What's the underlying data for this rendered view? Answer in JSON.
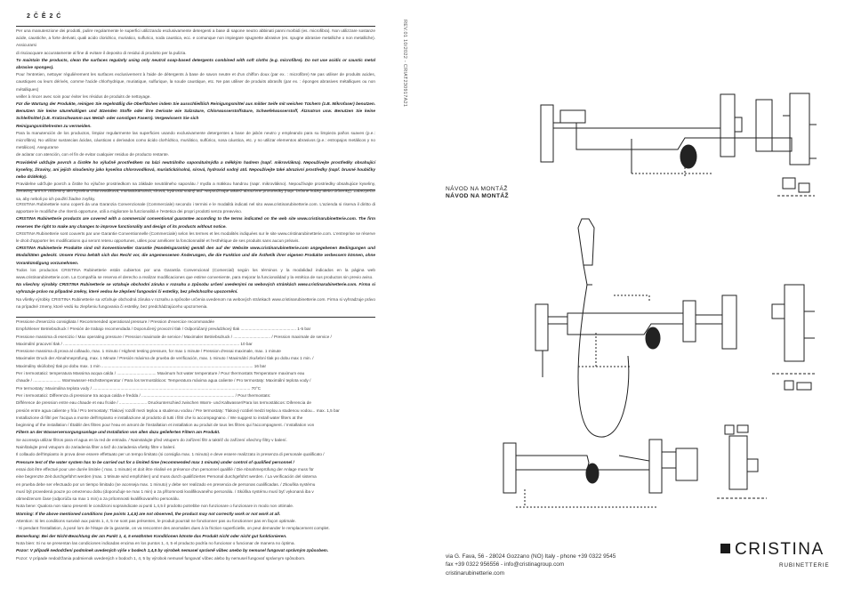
{
  "header": {
    "letters": "2   Č   Ê   2   Ć"
  },
  "doc_code": "REV.01 10/2022 - CRIAT230917A21",
  "cleaning": [
    {
      "text": "Per una manutenzione dei prodotti, pulire regolarmente le superfici utilizzando esclusivamente detergenti a base di sapone neutro abbinati panni morbidi (es. microfibra). Non utilizzare sostanze acide, caustiche, a forte derivati, quali acido cloridrico, muriatico, sulfurico, soda caustica, ecc. e comunque non impiegare spugnette abrasive (es. spugne abrasive metalliche o non metalliche). Assicurarsi",
      "style": "normal"
    },
    {
      "text": "di risciacquare accuratamente al fine di evitare il deposito di residui di prodotto per la pulizia.",
      "style": "normal"
    },
    {
      "text": "To maintain the products, clean the surfaces regularly using only neutral soap-based detergents combined with soft cloths (e.g. microfibre). Do not use acidic or caustic metal abrasive sponges).",
      "style": "bold"
    },
    {
      "text": "Pour l'entretien, nettoyer régulièrement les surfaces exclusivement à l'aide de détergents à base de savon neutre et d'un chiffon doux (par ex. : microfibre) Ne pas utiliser de produits acides, caustiques ou leurs dérivés, comme l'acide chlorhydrique, muriatique, sulfurique, la soude caustique, etc. Ne pas utiliser de produits abrasifs (par ex. : éponges abrasives métalliques ou non métalliques)",
      "style": "normal"
    },
    {
      "text": "veiller à rincer avec soin pour éviter les résidus de produits de nettoyage.",
      "style": "normal"
    },
    {
      "text": "Für die Wartung der Produkte, reinigen Sie regelmäßig die Oberflächen indem Sie ausschließlich Reinigungsmittel aus milder Seife mit weichen Tüchern (z.B. Mikrofaser) benutzen. Benutzen Sie keine säurehaltigen und ätzenden Stoffe oder ihre Derivate wie Salzsäure, Chlorwasserstoffsäure, Schwefelwasserstoff, Ätznatron usw. Benutzen Sie keine Schleifmittel (z.B. Kratzschwamm aus Metall- oder sonstigen Fasern). Vergewissern Sie sich",
      "style": "bold"
    },
    {
      "text": "Reinigungsmittelresten zu vermeiden.",
      "style": "bold"
    },
    {
      "text": "Para la manutención de los productos, limpiar regularmente las superficies usando exclusivamente detergentes a base de jabón neutro y empleando para su limpieza paños suaves (p.e.: microfibra). No utilizar sustancias ácidas, cáusticas o derivados como ácido clorhídrico, muriático, sulfúrico, sosa cáustica, etc. y no utilizar elementos abrasivos (p.e.: estropajos metálicos y no metálicos). Asegurarse",
      "style": "normal"
    },
    {
      "text": "de aclarar con atención, con el fin de evitar cualquier residuo de producto restante.",
      "style": "normal"
    },
    {
      "text": "Pravidelně udržujte povrch a čistěte ho výlučně prostředkem na bázi neutrálního saponátu/mýdla a měkkým hadrem (např. mikrovlákna). Nepoužívejte prostředky obsahující kyseliny, žíraviny, ani jejich sloučeniny jako kyselina chlorovodíková, muriatická/solná, sírová, hydroxid sodný atd. Nepoužívejte také abrazivní prostředky (např. brusné houbičky nebo drátěnky).",
      "style": "bold"
    },
    {
      "text": "Pravidelne udržujte povrch a čistite ho výlučne prostriedkom na základe neutrálneho saponátu / mydla a mäkkou handrou (napr. mikrovlákno). Nepoužívajte prostriedky obsahujúce kyseliny, žieraviny, ani ich zlúčeniny ako kyselina chlorovodíková, muriatická/solná, sírová, hydroxid sodný atď. Nepoužívajte taktiež abrazívne prostriedky (napr. brúsne hubky alebo drôtenky). Zabezpečte sa, aby neboli po ich použití žiadne zvyšky.",
      "style": "normal"
    }
  ],
  "warranty": [
    {
      "text": "CRISTINA Rubinetterie sono coperti da una Garanzia Convenzionale (Commerciale) secondo i termini e le modalità indicati nel sito www.cristinarubinetterie.com. L'azienda si riserva il diritto di apportare le modifiche che riterrà opportune, utili a migliorare la funzionalità e l'estetica dei propri prodotti senza preavviso.",
      "style": "normal"
    },
    {
      "text": "CRISTINA Rubinetterie products are covered with a commercial conventional guarantee according to the terms indicated on the web site www.cristinarubinetterie.com. The firm reserves the right to make any changes to improve functionality and design of its products without notice.",
      "style": "bold"
    },
    {
      "text": "CRISTINA Rubinetterie sont couverts par une Garantie Conventionnelle (Commerciale) selon les termes et les modalités indiquées sur le site www.cristinarubinetterie.com. L'entreprise se réserve le droit d'apporter les modifications qui seront retenu opportunes, utiles pour améliorer la fonctionnalité et l'esthétique de ses produits sans aucun préavis.",
      "style": "normal"
    },
    {
      "text": "CRISTINA Rubinetterie Produkte sind mit konventioneller Garantie (Handelsgarantie) gemäß den auf der Website www.cristinarubinetterie.com angegebenen Bedingungen und Modalitäten gedeckt. Unsere Firma behält sich das Recht vor, die angemessenen Änderungen, die die Funktion und die Ästhetik ihrer eigenen Produkte verbessern können, ohne Vorankündigung vorzunehmen.",
      "style": "bold"
    },
    {
      "text": "Todos los productos CRISTINA Rubinetterie están cubiertos por una Garantía Convencional (Comercial) según los términos y la modalidad indicados en la página web www.cristinarubinetterie.com. La Compañía se reserva el derecho a realizar modificaciones que estime conveniente, para mejorar la funcionalidad y la estética de sus productos sin previo aviso.",
      "style": "normal"
    },
    {
      "text": "Na všechny výrobky CRISTINA Rubinetterie se vztahuje obchodní záruka v rozsahu a způsobu určení uvedenými na webových stránkách www.cristinarubinetterie.com. Firma si vyhrazuje právo na případné změny, které vedou ke zlepšení fungování či estetiky, bez předchozího upozornění.",
      "style": "bold"
    },
    {
      "text": "Na všetky výrobky CRISTINA Rubinetterie sa vzťahuje obchodná záruka v rozsahu a spôsobe určenia uvedenom na webových stránkach www.cristinarubinetterie.com. Firma si vyhradzuje právo na prípadné zmeny, ktoré vedú ku zlepšeniu fungovania či estetiky, bez predchádzajúceho upozornenia.",
      "style": "normal"
    }
  ],
  "specs": [
    {
      "text": "Pressione d'esercizio consigliata / Recommended operational pressure / Pression d'exercice recommandée",
      "style": "mixed"
    },
    {
      "text": "Empfohlener Betriebsdruck / Presión de trabajo recomendada / Doporučený provozní tlak / Odporúčaný prevádzkový tlak ................................................ 1-5 bar",
      "style": "mixed"
    },
    {
      "text": "Pressione massima di esercizio / Max operating pressure / Pression maximale de service / Maximaler Betriebsdruck / ................................ / Pression maximale de service /",
      "style": "mixed"
    },
    {
      "text": "Maximální pracovní tlak / ........................................................................................................................................................ 10 bar",
      "style": "normal"
    },
    {
      "text": "Pressione massima di prova al collaudo, max. 1 minuto / Highest testing pressure, for max 1 minute / Pression d'essai maximale, max. 1 minute",
      "style": "mixed"
    },
    {
      "text": "Maximaler Druck der Abnahmeprüfung, max. 1 Minute / Presión máxima de prueba de verificación, max. 1 minuto / Maximální zkušební tlak po dobu max 1 min. /",
      "style": "mixed"
    },
    {
      "text": "Maximálny skúšobný tlak po dobu max. 1 min ................................................................................................................................... 16 bar",
      "style": "normal"
    },
    {
      "text": "Per i termostatici: temperatura Massima acqua calda / .................................. Maximum hot water temperature / Pour thermostats Temperature maximum eau",
      "style": "mixed"
    },
    {
      "text": "chaude / ........................ Warmwasser-Höchsttemperatur / Para los termostáticos: Temperatura máxima agua caliente / Pro termostaty: Maximální teplota vody /",
      "style": "mixed"
    },
    {
      "text": "Pre termostaty: Maximálna teplota vody / ........................................................................................................................................ 70°C",
      "style": "mixed"
    },
    {
      "text": "Per i termostatici: Differenza di pressione tra acqua calda e fredda / ................................................................................ / Pour thermostats:",
      "style": "normal"
    },
    {
      "text": "Différence de pression entre eau chaude et eau froide / ........................ Druckunterschied zwischen Warm- und Kaltwasser/Para los termostáticos: Diferencia de",
      "style": "mixed"
    },
    {
      "text": "presión entre agua caliente y fría / Pro termostaty: Tlakový rozdíl mezi teplou a studenou vodou / Pre termostaty: Tlakový rozdiel medzi teplou a studenou vodou... max. 1,5 bar",
      "style": "mixed"
    },
    {
      "text": "Installazione di filtri per l'acqua a monte dell'impianto e installazione al prodotto di tutti i filtri che lo accompagnano. / We suggest to install water filters at the",
      "style": "mixed"
    },
    {
      "text": "beginning of the installation / Établir des filtres pour l'eau en amont de l'installation et installation au produit de tous les filtres qui l'accompagnent. / Installation von",
      "style": "mixed"
    },
    {
      "text": "Filtern an der Wasserversorgungsanlage und Installation von allen dazu gelieferten Filtern am Produkt.",
      "style": "bold"
    },
    {
      "text": "Se aconseja utilizar filtros para el agua en la red de entrada. / Nainstalujte před vstupem do zařízení filtr a taktéž do zařízení všechny filtry v balení.",
      "style": "mixed"
    },
    {
      "text": "Nainštalujte pred vstupom do zariadenia filter a tiež do zariadenia všetky filtre v balení.",
      "style": "normal"
    },
    {
      "text": "Il collaudo dell'impianto in prova deve essere effettuato per un tempo limitato (si consiglia max. 1 minuto) e deve essere realizzato in presenza di personale qualificato /",
      "style": "normal"
    },
    {
      "text": "Pressure test of the water system has to be carried out for a limited time (recommended max 1 minute) under control of qualified personnel /",
      "style": "bold"
    },
    {
      "text": "essai doit être effectué pour une durée limitée ( max. 1 minute) et doit être réalisé en présence d'un personnel qualifié / Die Abnahmeprüfung der Anlage muss für",
      "style": "mixed"
    },
    {
      "text": "eine begrenzte Zeit durchgeführt werden (max. 1 Minute wird empfohlen) und muss durch qualifiziertes Personal durchgeführt werden. / La verificación del sistema",
      "style": "mixed"
    },
    {
      "text": "en prueba debe ser efectuado por un tiempo limitado (se aconseja max. 1 minuto) y debe ser realizado en presencia de personas cualificadas. / Zkouška systému",
      "style": "mixed"
    },
    {
      "text": "musí být provedená pouze po omezenou dobu (doporučuje se max 1 min) a za přítomnosti kvalifikovaného personálu. / Skúška systému musí byť vykonaná iba v",
      "style": "mixed"
    },
    {
      "text": "obmedzenom čase (odporúča sa max 1 min) a za prítomnosti kvalifikovaného personálu.",
      "style": "normal"
    },
    {
      "text": "Nota bene: Qualora non siano presenti le condizioni sopraindicate ai punti 1,4,5 il prodotto potrebbe non funzionare o funzionare in modo non ottimale.",
      "style": "normal"
    },
    {
      "text": "Warning: If the above mentioned conditions (see points 1,4,5) are not observed, the product may not correctly work or not work at all.",
      "style": "bold"
    },
    {
      "text": "Attention: Si les conditions susvisé aux points 1, 4, 5 ne sont pas présentes, le produit pourrait ne fonctionner pas ou fonctionner pas en façon optimale.",
      "style": "normal"
    },
    {
      "text": "- Si pendant l'installation, à posé lors de l'étape de la garantie, on va rencontrer des anomalies dues à la friction superficielle, on peut demander le remplacement complet.",
      "style": "normal"
    },
    {
      "text": "Bemerkung: Bei der Nicht-Beachtung der am Punkt 1, 4, 5 erwähnten Konditionen könnte das Produkt nicht oder nicht gut funktionieren.",
      "style": "bold"
    },
    {
      "text": "Nota bien: Si no se presentan las condiciones indicadas encima en los puntos 1, 4, 5 el producto podría no funcionar o funcionar de manera no óptima.",
      "style": "normal"
    },
    {
      "text": "Pozor: V případě nedodržení podmínek uvedených výše v bodech 1,4,5 by výrobek nemusel  správně vůbec anebo by nemusel fungovat správným způsobem.",
      "style": "bold"
    },
    {
      "text": "Pozor: V prípade nedodržania podmienok uvedených v bodoch 1, 4, 5 by výrobok nemusel fungovať vôbec alebo by nemusel fungovať správnym spôsobom.",
      "style": "normal"
    }
  ],
  "title": {
    "line1": "NÁVOD NA MONTÁŽ",
    "line2": "NÁVOD NA MONTÁŽ"
  },
  "brand": {
    "name": "CRISTINA",
    "sub": "RUBINETTERIE"
  },
  "contact": {
    "address": "via G. Fava, 56 - 28024 Gozzano (NO) Italy - phone +39 0322 9545",
    "fax": "fax +39 0322 956556 - info@cristinagroup.com",
    "web": "cristinarubinetterie.com"
  },
  "icons": {
    "logo_mark": "black-square-icon",
    "drawing_1": "bath-mixer-wall-drawing",
    "drawing_2": "bath-mixer-handshower-drawing",
    "drawing_3": "shower-mixer-drawing"
  }
}
